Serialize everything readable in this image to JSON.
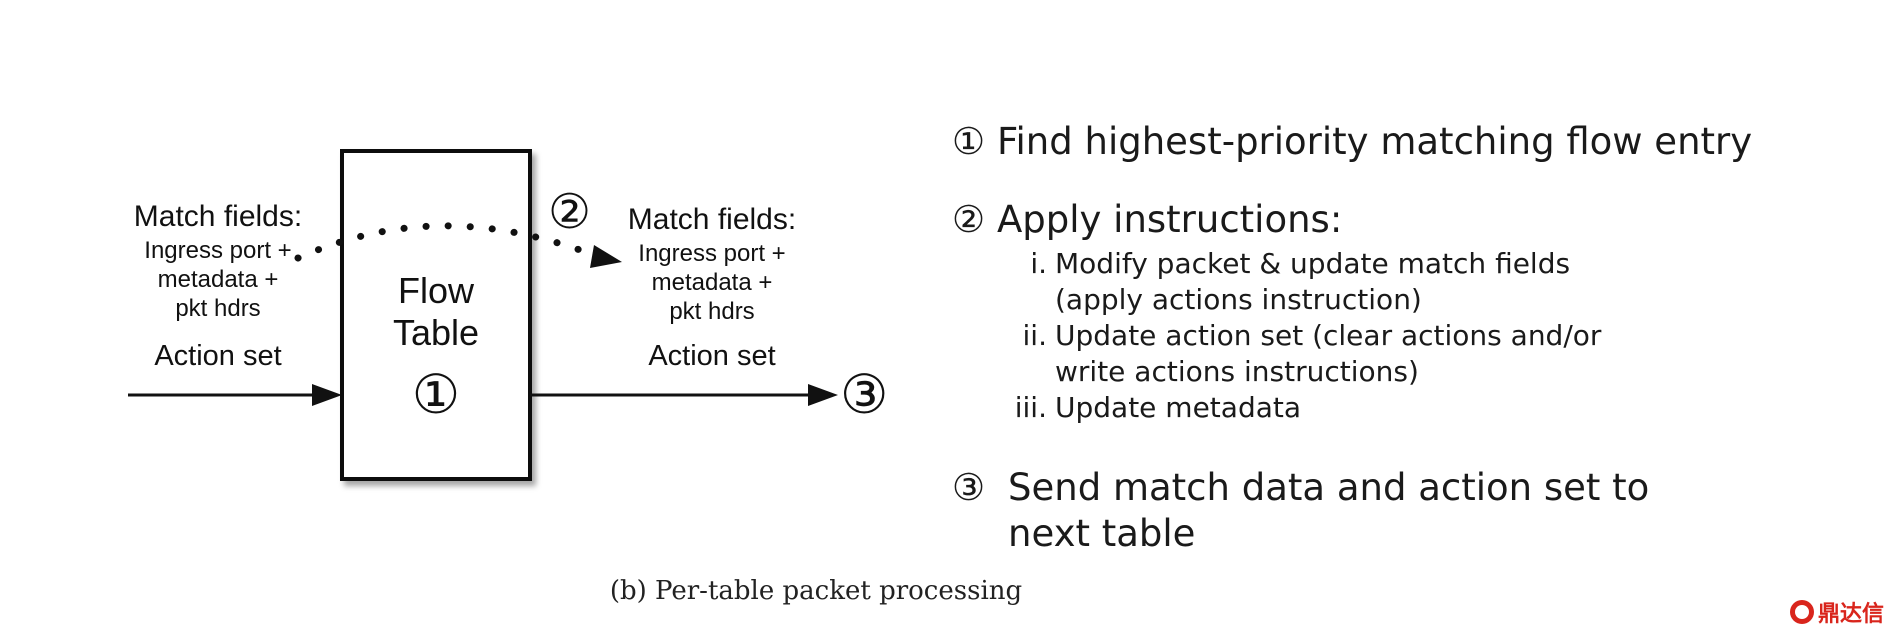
{
  "diagram": {
    "input": {
      "match_title": "Match fields:",
      "match_lines": [
        "Ingress port +",
        "metadata +",
        "pkt hdrs"
      ],
      "action_set": "Action set"
    },
    "table": {
      "line1": "Flow",
      "line2": "Table",
      "marker": "①"
    },
    "output": {
      "marker_top": "②",
      "match_title": "Match fields:",
      "match_lines": [
        "Ingress port +",
        "metadata +",
        "pkt hdrs"
      ],
      "action_set": "Action set",
      "marker_end": "③"
    }
  },
  "steps": {
    "step1": {
      "marker": "①",
      "text": "Find highest-priority matching flow entry"
    },
    "step2": {
      "marker": "②",
      "text": "Apply instructions:",
      "subitems": [
        {
          "num": "i.",
          "lines": [
            "Modify packet & update match fields",
            "(apply actions instruction)"
          ]
        },
        {
          "num": "ii.",
          "lines": [
            "Update action set (clear actions and/or",
            "write actions instructions)"
          ]
        },
        {
          "num": "iii.",
          "lines": [
            "Update metadata"
          ]
        }
      ]
    },
    "step3": {
      "marker": "③",
      "lines": [
        "Send match data and action set to",
        "next table"
      ]
    }
  },
  "caption": "(b) Per-table packet processing",
  "watermark": "鼎达信",
  "colors": {
    "ink": "#111111",
    "watermark": "#d9251c"
  }
}
